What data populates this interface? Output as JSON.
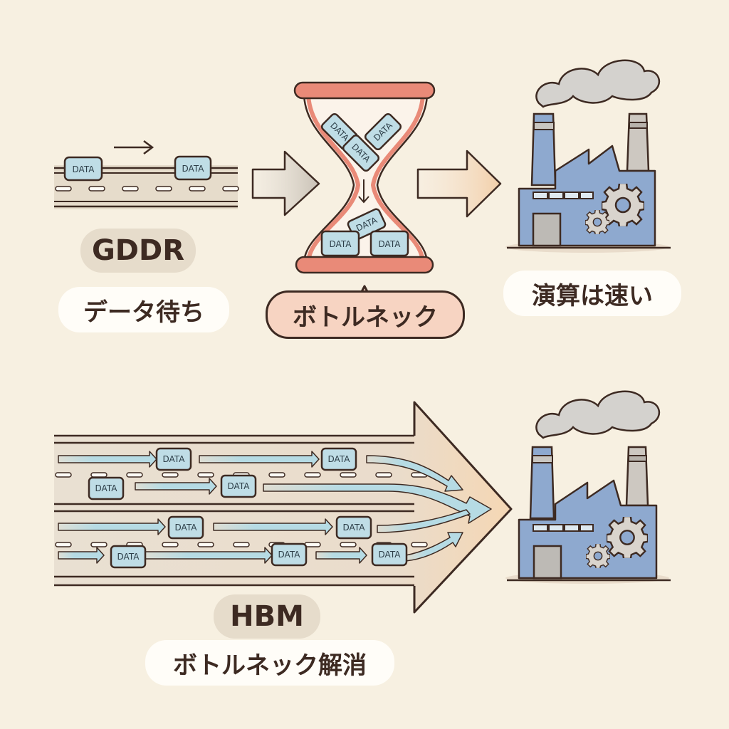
{
  "colors": {
    "background": "#f7f0e1",
    "outline": "#3d2a22",
    "road": "#e6dccb",
    "data_block": "#bfdde6",
    "flow_arrow": "#b6dbe4",
    "hourglass": "#e98a78",
    "bottleneck_label": "#f7d4c2",
    "factory": "#8ea9cf",
    "gray_arrow": "#cfc7bd",
    "peach_arrow": "#f3d6b6",
    "smoke": "#c9c7c3"
  },
  "top_panel": {
    "memory_label": "GDDR",
    "memory_caption": "データ待ち",
    "bottleneck_label": "ボトルネック",
    "factory_caption": "演算は速い",
    "road_blocks": [
      "DATA",
      "DATA"
    ],
    "hourglass_top_blocks": [
      "DATA",
      "DATA",
      "DATA"
    ],
    "hourglass_bottom_blocks": [
      "DATA",
      "DATA",
      "DATA"
    ]
  },
  "bottom_panel": {
    "memory_label": "HBM",
    "memory_caption": "ボトルネック解消",
    "lane_blocks": [
      [
        "DATA",
        "DATA"
      ],
      [
        "DATA",
        "DATA"
      ],
      [
        "DATA",
        "DATA"
      ],
      [
        "DATA",
        "DATA",
        "DATA"
      ]
    ]
  },
  "icons": {
    "road": "road-icon",
    "hourglass": "hourglass-icon",
    "factory": "factory-icon",
    "gear": "gear-icon",
    "smoke": "smoke-icon",
    "arrow": "arrow-right-icon"
  }
}
